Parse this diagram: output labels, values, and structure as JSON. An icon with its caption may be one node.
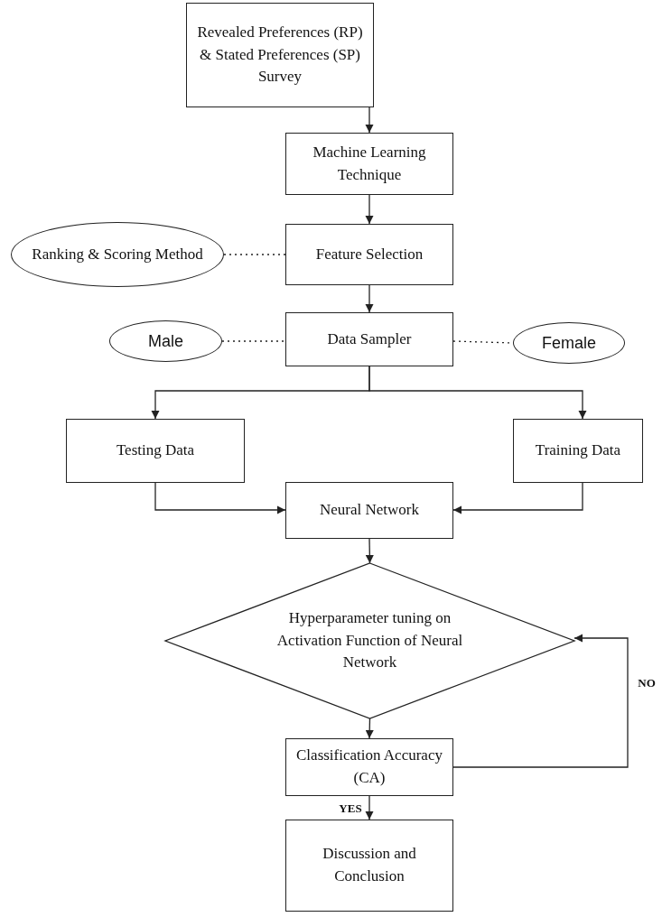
{
  "diagram": {
    "nodes": [
      {
        "text": [
          "Revealed Preferences (RP) & Stated Preferences (SP) Survey"
        ]
      },
      {
        "text": [
          "Machine Learning Technique"
        ]
      },
      {
        "text": [
          "Ranking & Scoring Method"
        ]
      },
      {
        "text": [
          "Feature Selection"
        ]
      },
      {
        "text": [
          "Male"
        ]
      },
      {
        "text": [
          "Data Sampler"
        ]
      },
      {
        "text": [
          "Female"
        ]
      },
      {
        "text": [
          "Testing Data"
        ]
      },
      {
        "text": [
          "Training Data"
        ]
      },
      {
        "text": [
          "Neural Network"
        ]
      },
      {
        "text": [
          "Hyperparameter tuning on Activation Function of Neural Network"
        ]
      },
      {
        "text": [
          "Classification Accuracy (CA)"
        ]
      },
      {
        "text": [
          "Discussion and Conclusion"
        ]
      }
    ],
    "edges": [
      {
        "from": 0,
        "to": 1,
        "arrow": "to"
      },
      {
        "from": 1,
        "to": 3,
        "arrow": "to"
      },
      {
        "from": 2,
        "to": 3,
        "arrow": "none",
        "style": "dashed"
      },
      {
        "from": 3,
        "to": 5,
        "arrow": "to"
      },
      {
        "from": 4,
        "to": 5,
        "arrow": "none",
        "style": "dashed"
      },
      {
        "from": 5,
        "to": 6,
        "arrow": "none",
        "style": "dashed"
      },
      {
        "from": 5,
        "to": 7,
        "arrow": "to"
      },
      {
        "from": 5,
        "to": 8,
        "arrow": "to"
      },
      {
        "from": 7,
        "to": 9,
        "arrow": "to"
      },
      {
        "from": 8,
        "to": 9,
        "arrow": "to"
      },
      {
        "from": 9,
        "to": 10,
        "arrow": "to"
      },
      {
        "from": 10,
        "to": 11,
        "arrow": "to"
      },
      {
        "from": 11,
        "to": 10,
        "arrow": "to",
        "label": "NO"
      },
      {
        "from": 11,
        "to": 12,
        "arrow": "to",
        "label": "YES"
      }
    ]
  }
}
